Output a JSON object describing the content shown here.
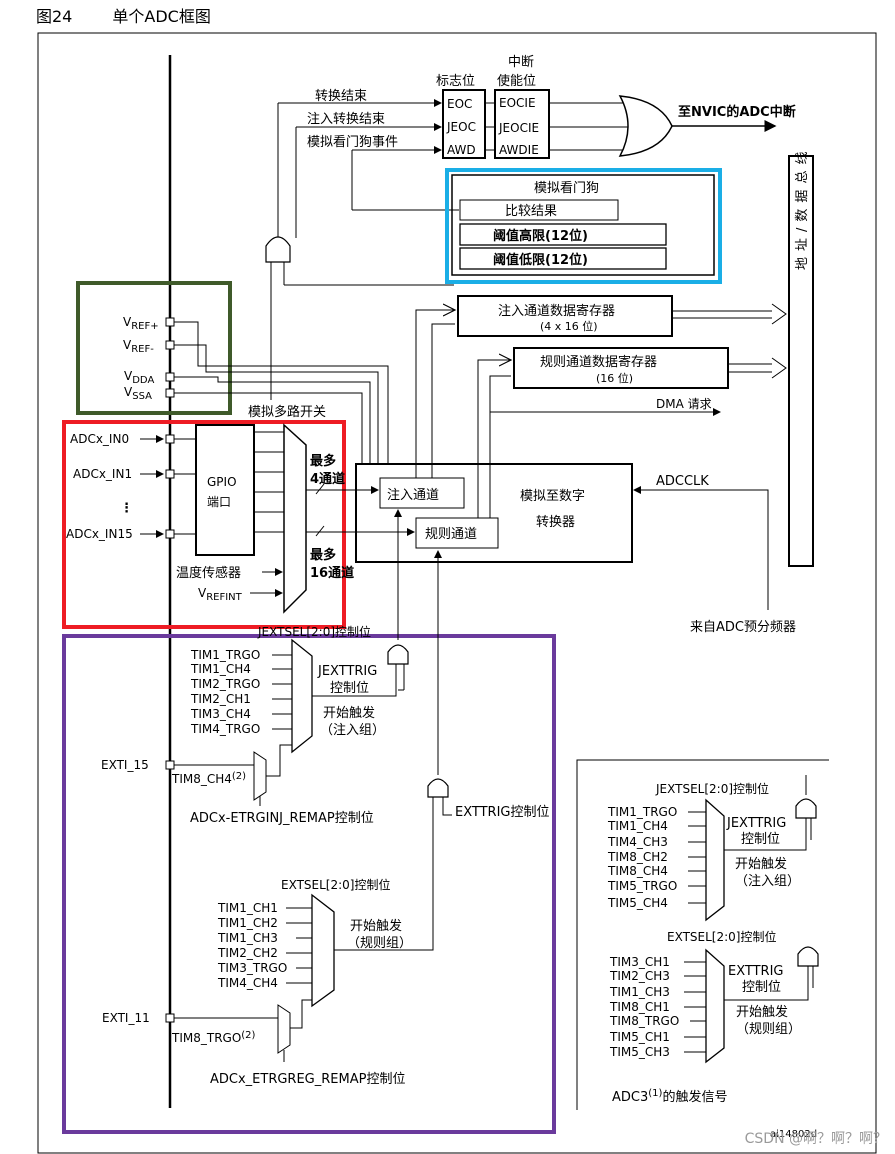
{
  "figure": {
    "number": "图24",
    "title": "单个ADC框图",
    "code": "ai14802d"
  },
  "flags": {
    "header": "标志位",
    "eoc": "EOC",
    "jeoc": "JEOC",
    "awd": "AWD",
    "conv_end": "转换结束",
    "inj_conv_end": "注入转换结束",
    "awd_event": "模拟看门狗事件"
  },
  "interrupt": {
    "header_line1": "中断",
    "header_line2": "使能位",
    "eocie": "EOCIE",
    "jeocie": "JEOCIE",
    "awdie": "AWDIE",
    "output": "至NVIC的ADC中断"
  },
  "watchdog": {
    "title": "模拟看门狗",
    "compare": "比较结果",
    "high": "阈值高限(12位)",
    "low": "阈值低限(12位)"
  },
  "registers": {
    "injected": "注入通道数据寄存器",
    "injected_size": "(4 x 16 位)",
    "regular": "规则通道数据寄存器",
    "regular_size": "(16 位)",
    "dma": "DMA 请求",
    "bus": [
      "地",
      "址",
      "/",
      "数",
      "据",
      "总",
      "线"
    ]
  },
  "converter": {
    "title_line1": "模拟至数字",
    "title_line2": "转换器",
    "injected": "注入通道",
    "regular": "规则通道",
    "adcclk": "ADCCLK",
    "prescaler": "来自ADC预分频器"
  },
  "mux": {
    "title": "模拟多路开关",
    "max4_line1": "最多",
    "max4_line2": "4通道",
    "max16_line1": "最多",
    "max16_line2": "16通道"
  },
  "pins": {
    "vref_plus": "V",
    "vref_plus_sub": "REF+",
    "vref_minus": "V",
    "vref_minus_sub": "REF-",
    "vdda": "V",
    "vdda_sub": "DDA",
    "vssa": "V",
    "vssa_sub": "SSA",
    "in0": "ADCx_IN0",
    "in1": "ADCx_IN1",
    "in15": "ADCx_IN15",
    "dots": "⋮",
    "gpio_line1": "GPIO",
    "gpio_line2": "端口",
    "temp": "温度传感器",
    "vrefint": "V",
    "vrefint_sub": "REFINT"
  },
  "inj_trigger": {
    "jextsel": "JEXTSEL[2:0]控制位",
    "sources": [
      "TIM1_TRGO",
      "TIM1_CH4",
      "TIM2_TRGO",
      "TIM2_CH1",
      "TIM3_CH4",
      "TIM4_TRGO"
    ],
    "jexttrig_line1": "JEXTTRIG",
    "jexttrig_line2": "控制位",
    "start_line1": "开始触发",
    "start_line2": "（注入组）",
    "exti": "EXTI_15",
    "tim8": "TIM8_CH4",
    "tim8_sup": "(2)",
    "remap": "ADCx-ETRGINJ_REMAP控制位"
  },
  "reg_trigger": {
    "exttrig": "EXTTRIG控制位",
    "extsel": "EXTSEL[2:0]控制位",
    "sources": [
      "TIM1_CH1",
      "TIM1_CH2",
      "TIM1_CH3",
      "TIM2_CH2",
      "TIM3_TRGO",
      "TIM4_CH4"
    ],
    "start_line1": "开始触发",
    "start_line2": "（规则组）",
    "exti": "EXTI_11",
    "tim8": "TIM8_TRGO",
    "tim8_sup": "(2)",
    "remap": "ADCx_ETRGREG_REMAP控制位"
  },
  "adc3": {
    "jextsel": "JEXTSEL[2:0]控制位",
    "inj_sources": [
      "TIM1_TRGO",
      "TIM1_CH4",
      "TIM4_CH3",
      "TIM8_CH2",
      "TIM8_CH4",
      "TIM5_TRGO",
      "TIM5_CH4"
    ],
    "jexttrig_line1": "JEXTTRIG",
    "jexttrig_line2": "控制位",
    "inj_start_line1": "开始触发",
    "inj_start_line2": "（注入组）",
    "extsel": "EXTSEL[2:0]控制位",
    "reg_sources": [
      "TIM3_CH1",
      "TIM2_CH3",
      "TIM1_CH3",
      "TIM8_CH1",
      "TIM8_TRGO",
      "TIM5_CH1",
      "TIM5_CH3"
    ],
    "exttrig_line1": "EXTTRIG",
    "exttrig_line2": "控制位",
    "reg_start_line1": "开始触发",
    "reg_start_line2": "（规则组）",
    "caption": "ADC3",
    "caption_sup": "(1)",
    "caption_rest": "的触发信号"
  },
  "watermark": "CSDN @啊？啊？啊？",
  "colors": {
    "green": "#3f5a2a",
    "red": "#ee1c24",
    "cyan": "#1aaee6",
    "purple": "#6a3a9c"
  }
}
